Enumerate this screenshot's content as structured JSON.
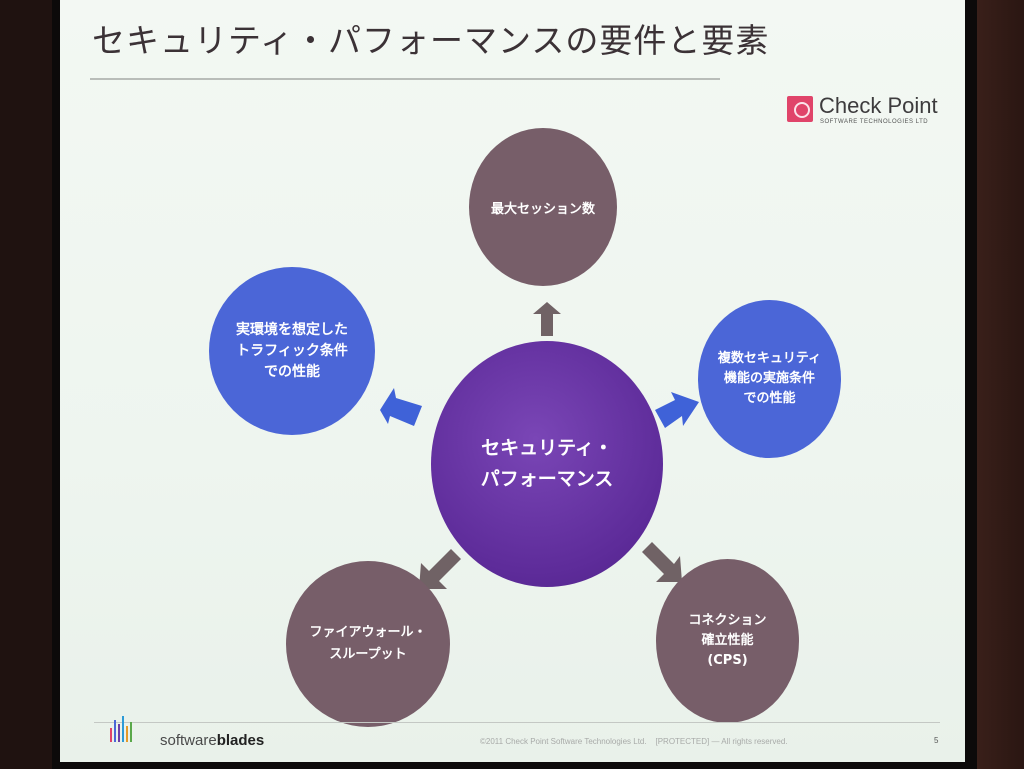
{
  "slide": {
    "title": "セキュリティ・パフォーマンスの要件と要素",
    "logo": {
      "name": "Check Point",
      "tagline": "SOFTWARE TECHNOLOGIES LTD"
    },
    "center": "セキュリティ・\nパフォーマンス",
    "nodes": {
      "top": "最大セッション数",
      "left": "実環境を想定した\nトラフィック条件\nでの性能",
      "right": "複数セキュリティ\n機能の実施条件\nでの性能",
      "bottom_left": "ファイアウォール・\nスループット",
      "bottom_right": "コネクション\n確立性能\n(CPS)"
    },
    "footer": {
      "brand_prefix": "software",
      "brand_bold": "blades",
      "copyright": "©2011 Check Point Software Technologies Ltd.",
      "classification": "[PROTECTED] — All rights reserved.",
      "page": "5"
    },
    "colors": {
      "center": "#5d2b99",
      "blue_nodes": "#4b66d7",
      "mauve_nodes": "#775e69",
      "arrows": "#706265",
      "blue_arrows": "#3f62d8",
      "logo_accent": "#e0446a"
    }
  }
}
